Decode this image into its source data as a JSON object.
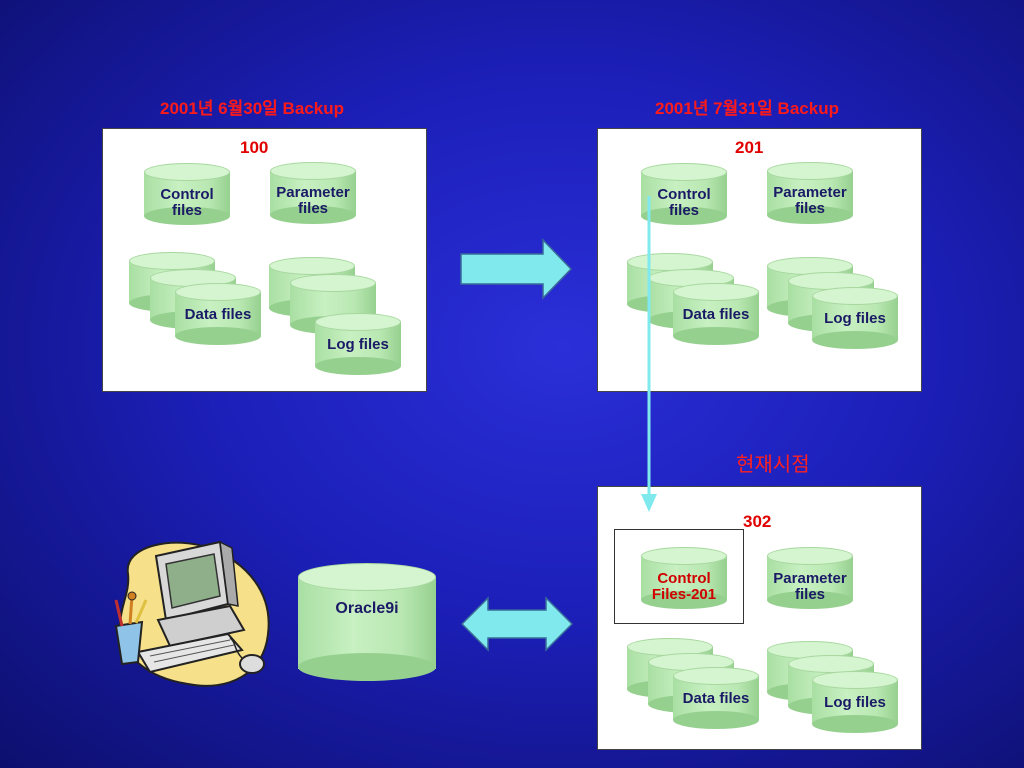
{
  "captions": {
    "backup1": "2001년 6월30일 Backup",
    "backup2": "2001년 7월31일 Backup",
    "current": "현재시점"
  },
  "panels": {
    "p1": {
      "number": "100"
    },
    "p2": {
      "number": "201"
    },
    "p3": {
      "number": "302"
    }
  },
  "labels": {
    "control": "Control files",
    "parameter": "Parameter files",
    "data": "Data files",
    "log": "Log files",
    "control201": "Control Files-201",
    "oracle": "Oracle9i"
  },
  "colors": {
    "caption": "#ff1a1a",
    "arrow": "#7fe9ee",
    "cylinder": "#c8f0c2",
    "background": "#1c1fb8"
  },
  "icons": [
    "right-arrow-icon",
    "double-arrow-icon",
    "computer-clipart-icon"
  ]
}
